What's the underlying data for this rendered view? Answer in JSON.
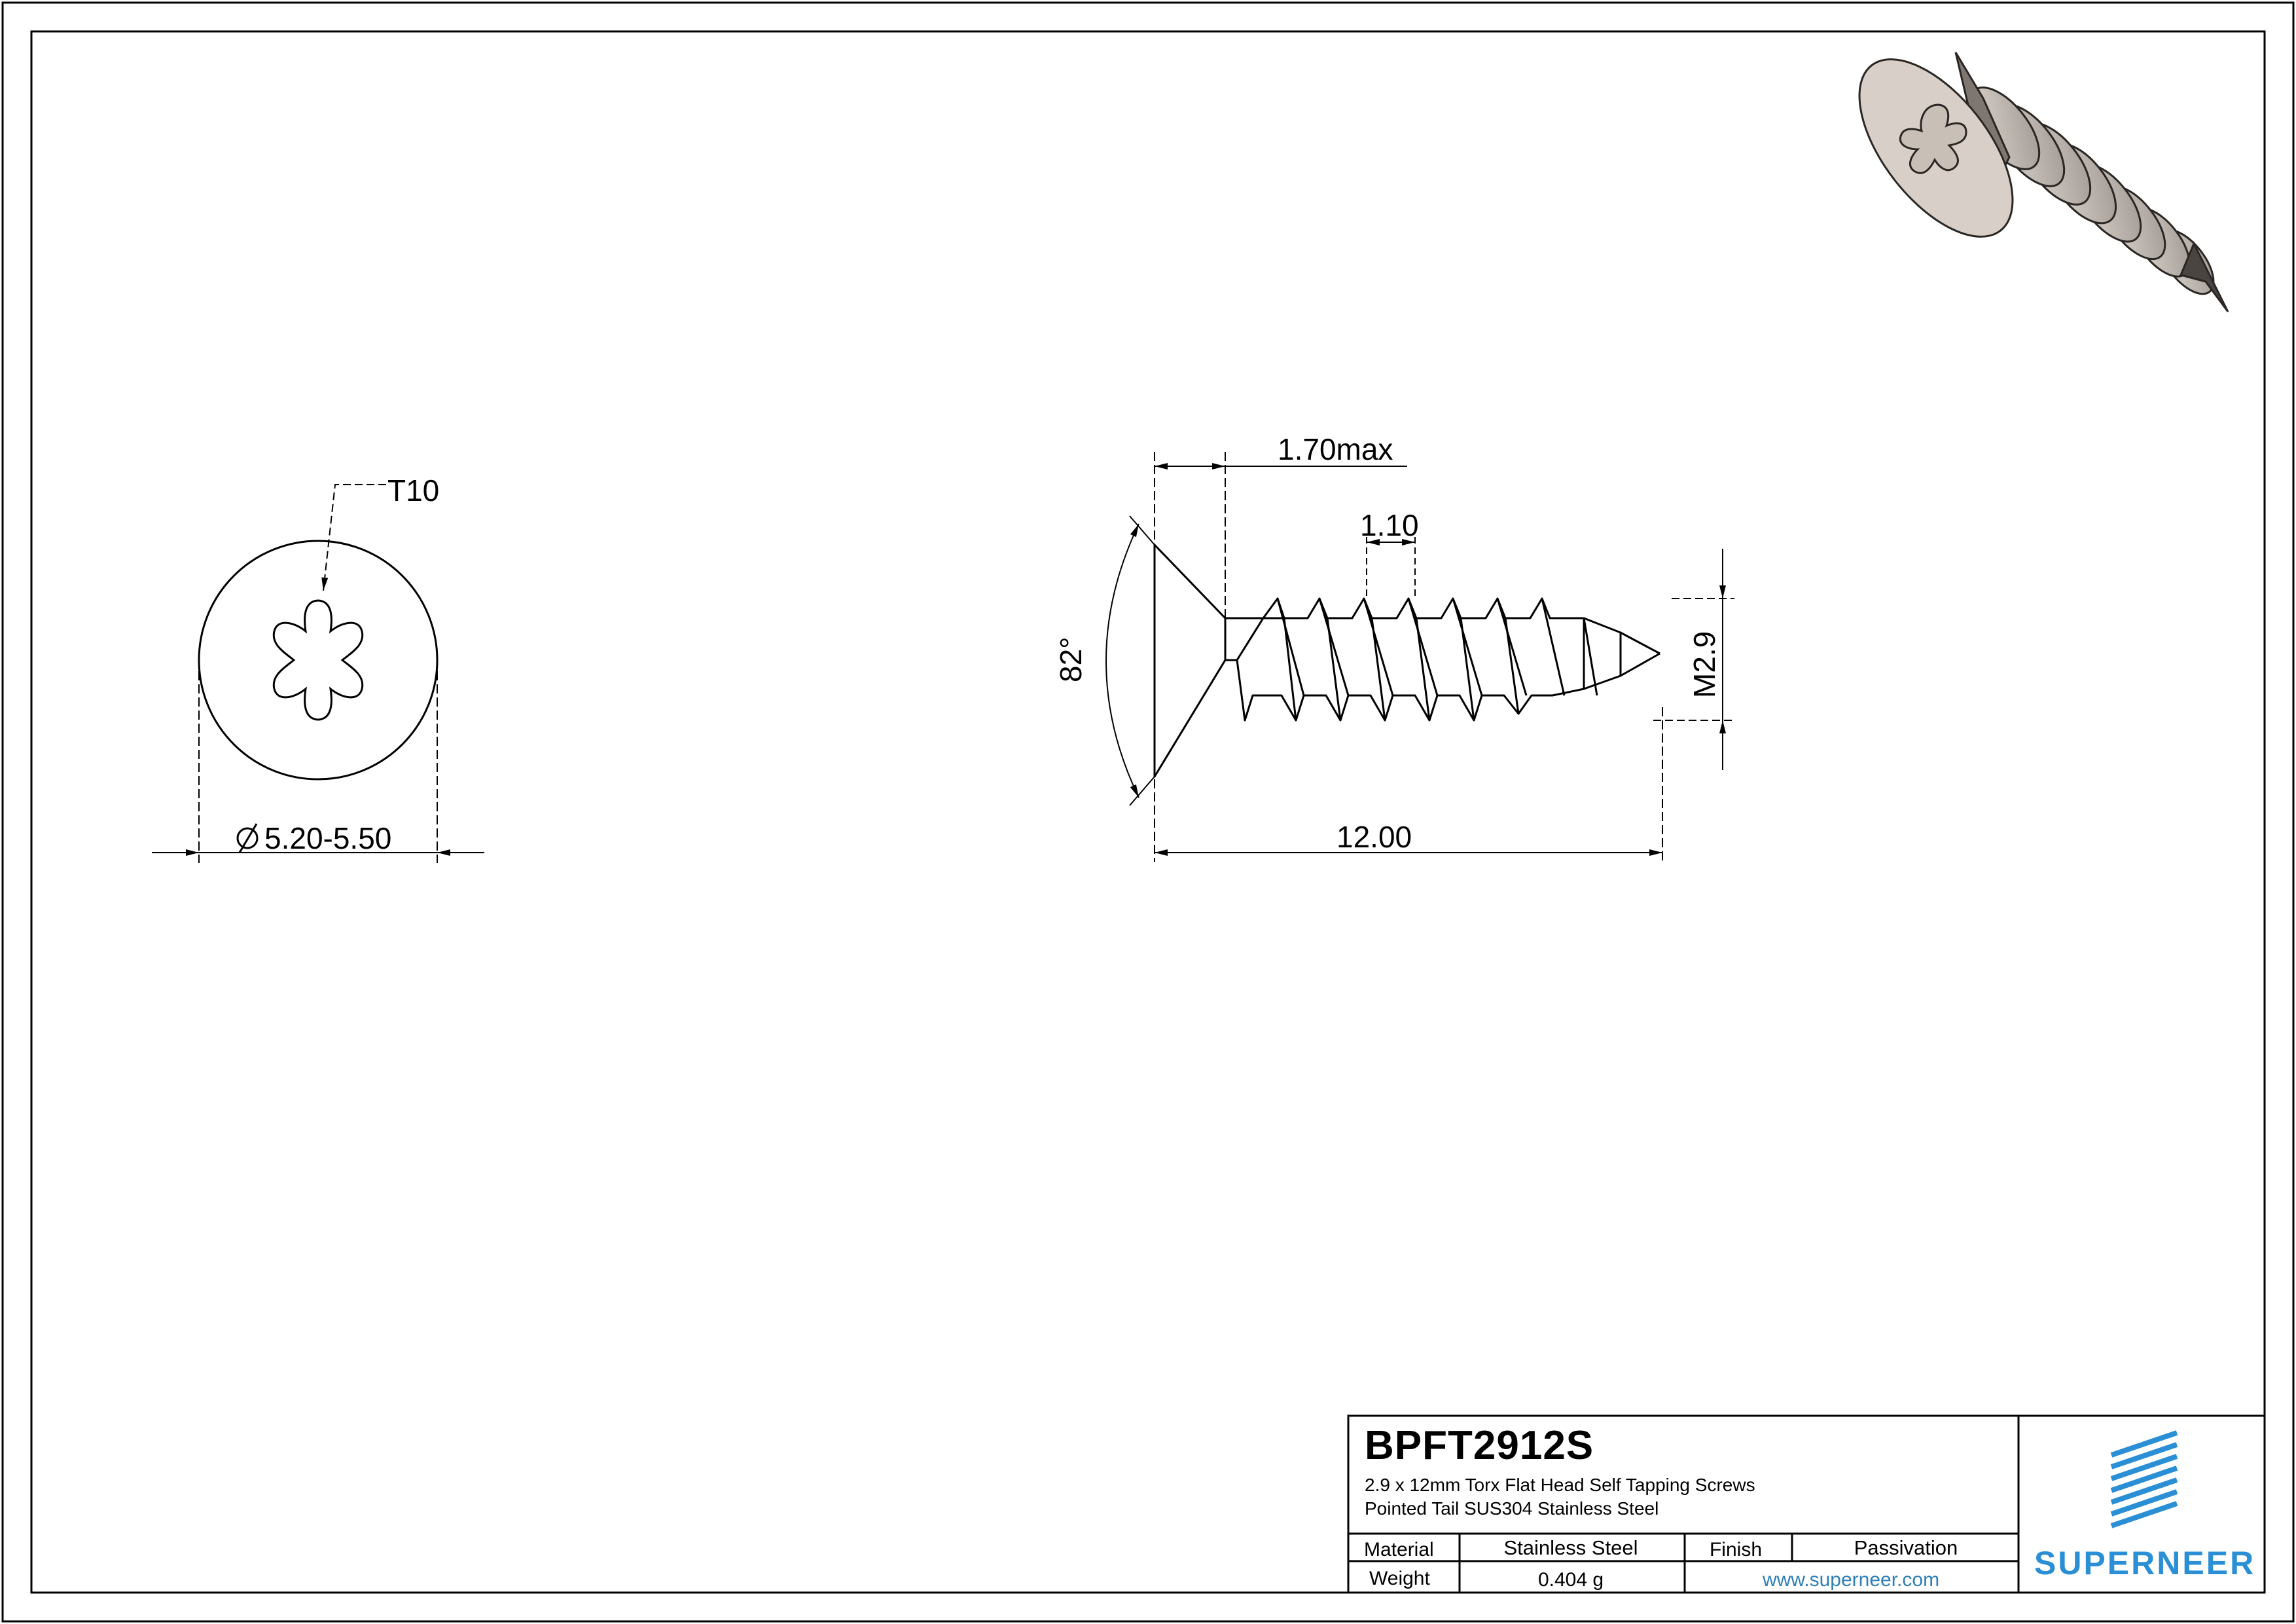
{
  "part_number": "BPFT2912S",
  "description_line1": "2.9 x 12mm Torx Flat Head Self Tapping Screws",
  "description_line2": "Pointed Tail SUS304 Stainless Steel",
  "material_label": "Material",
  "material_value": "Stainless Steel",
  "finish_label": "Finish",
  "finish_value": "Passivation",
  "weight_label": "Weight",
  "weight_value": "0.404 g",
  "website": "www.superneer.com",
  "brand": "SUPERNEER",
  "dimensions": {
    "drive": "T10",
    "head_diameter": "5.20-5.50",
    "head_height": "1.70max",
    "thread_pitch": "1.10",
    "countersink_angle": "82°",
    "thread_size": "M2.9",
    "length": "12.00"
  },
  "colors": {
    "line": "#000000",
    "brand_blue": "#2b8fd6",
    "link_blue": "#2e7fb8"
  }
}
